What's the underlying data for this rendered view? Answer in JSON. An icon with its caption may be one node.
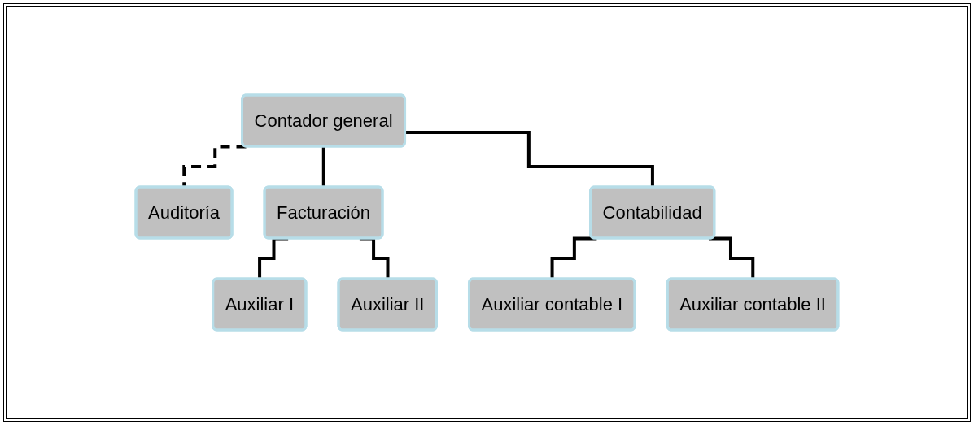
{
  "diagram": {
    "nodes": [
      {
        "text": [
          "Contador general"
        ]
      },
      {
        "text": [
          "Auditoría"
        ]
      },
      {
        "text": [
          "Facturación"
        ]
      },
      {
        "text": [
          "Contabilidad"
        ]
      },
      {
        "text": [
          "Auxiliar I"
        ]
      },
      {
        "text": [
          "Auxiliar II"
        ]
      },
      {
        "text": [
          "Auxiliar contable I"
        ]
      },
      {
        "text": [
          "Auxiliar contable II"
        ]
      }
    ],
    "edges": [
      {
        "from": 0,
        "to": 1,
        "arrow": "none",
        "style": "dashed"
      },
      {
        "from": 0,
        "to": 2,
        "arrow": "none"
      },
      {
        "from": 0,
        "to": 3,
        "arrow": "none"
      },
      {
        "from": 2,
        "to": 4,
        "arrow": "none"
      },
      {
        "from": 2,
        "to": 5,
        "arrow": "none"
      },
      {
        "from": 3,
        "to": 6,
        "arrow": "none"
      },
      {
        "from": 3,
        "to": 7,
        "arrow": "none"
      }
    ]
  }
}
